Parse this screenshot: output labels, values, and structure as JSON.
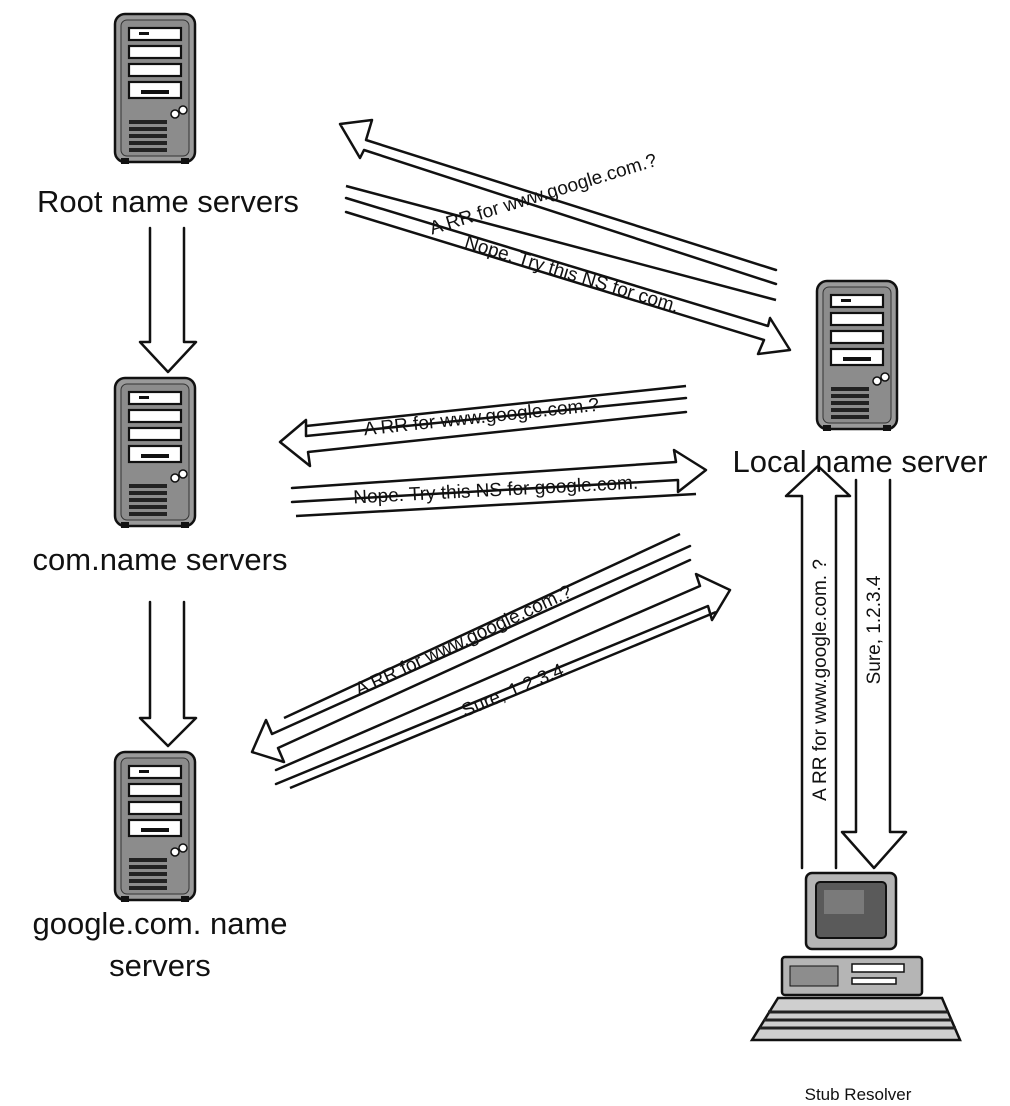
{
  "diagram": {
    "nodes": {
      "root": {
        "label": "Root name servers"
      },
      "com": {
        "label": "com.name servers"
      },
      "google": {
        "label_line1": "google.com. name",
        "label_line2": "servers"
      },
      "local": {
        "label": "Local name server"
      },
      "stub": {
        "label": "Stub Resolver"
      }
    },
    "messages": {
      "root_query": "A RR for www.google.com.?",
      "root_reply": "Nope. Try this NS for com.",
      "com_query": "A RR for www.google.com.?",
      "com_reply": "Nope. Try this NS for google.com.",
      "google_query": "A RR for www.google.com.?",
      "google_reply": "Sure, 1.2.3.4",
      "stub_query": "A RR for www.google.com. ?",
      "stub_reply": "Sure, 1.2.3.4"
    },
    "icons": {
      "server": "server-tower-icon",
      "workstation": "desktop-computer-icon",
      "down_arrow": "hollow-down-arrow-icon"
    },
    "colors": {
      "ink": "#111111",
      "server_body": "#9a9a9a",
      "panel": "#ffffff",
      "screen": "#5a5a5a"
    }
  }
}
